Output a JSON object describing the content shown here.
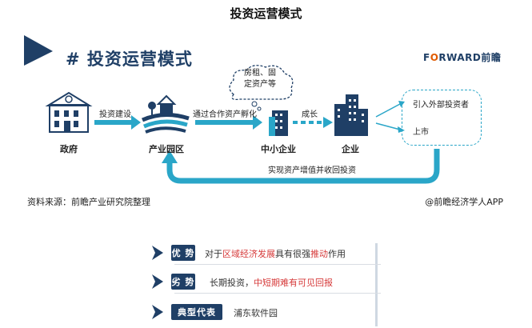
{
  "page_title": "投资运营模式",
  "header": {
    "title": "# 投资运营模式",
    "brand_prefix": "F",
    "brand_o": "O",
    "brand_rest": "RWARD前瞻"
  },
  "nodes": {
    "government": "政府",
    "industrial_park": "产业园区",
    "sme": "中小企业",
    "enterprise": "企业"
  },
  "edges": {
    "invest_build": "投资建设",
    "incubate": "通过合作资产孵化",
    "grow": "成长",
    "return": "实现资产增值并收回投资"
  },
  "bubble": {
    "line1": "房租、固",
    "line2": "定资产等"
  },
  "exit_box": {
    "item1": "引入外部投资者",
    "item2": "上市"
  },
  "footer": {
    "source": "资料来源：前瞻产业研究院整理",
    "credit": "@前瞻经济学人APP"
  },
  "table": {
    "rows": [
      {
        "label": "优 势",
        "text_a": "对于",
        "text_b": "区域经济发展",
        "text_c": "具有很强",
        "text_d": "推动",
        "text_e": "作用"
      },
      {
        "label": "劣 势",
        "text_a": "长期投资，",
        "text_b": "中短期难有可见回报"
      },
      {
        "label": "典型代表",
        "text_a": "浦东软件园"
      }
    ]
  },
  "colors": {
    "navy": "#1f3f66",
    "teal": "#2aa6c8",
    "highlight_red": "#d63a3a",
    "brand_orange": "#e05a00"
  }
}
